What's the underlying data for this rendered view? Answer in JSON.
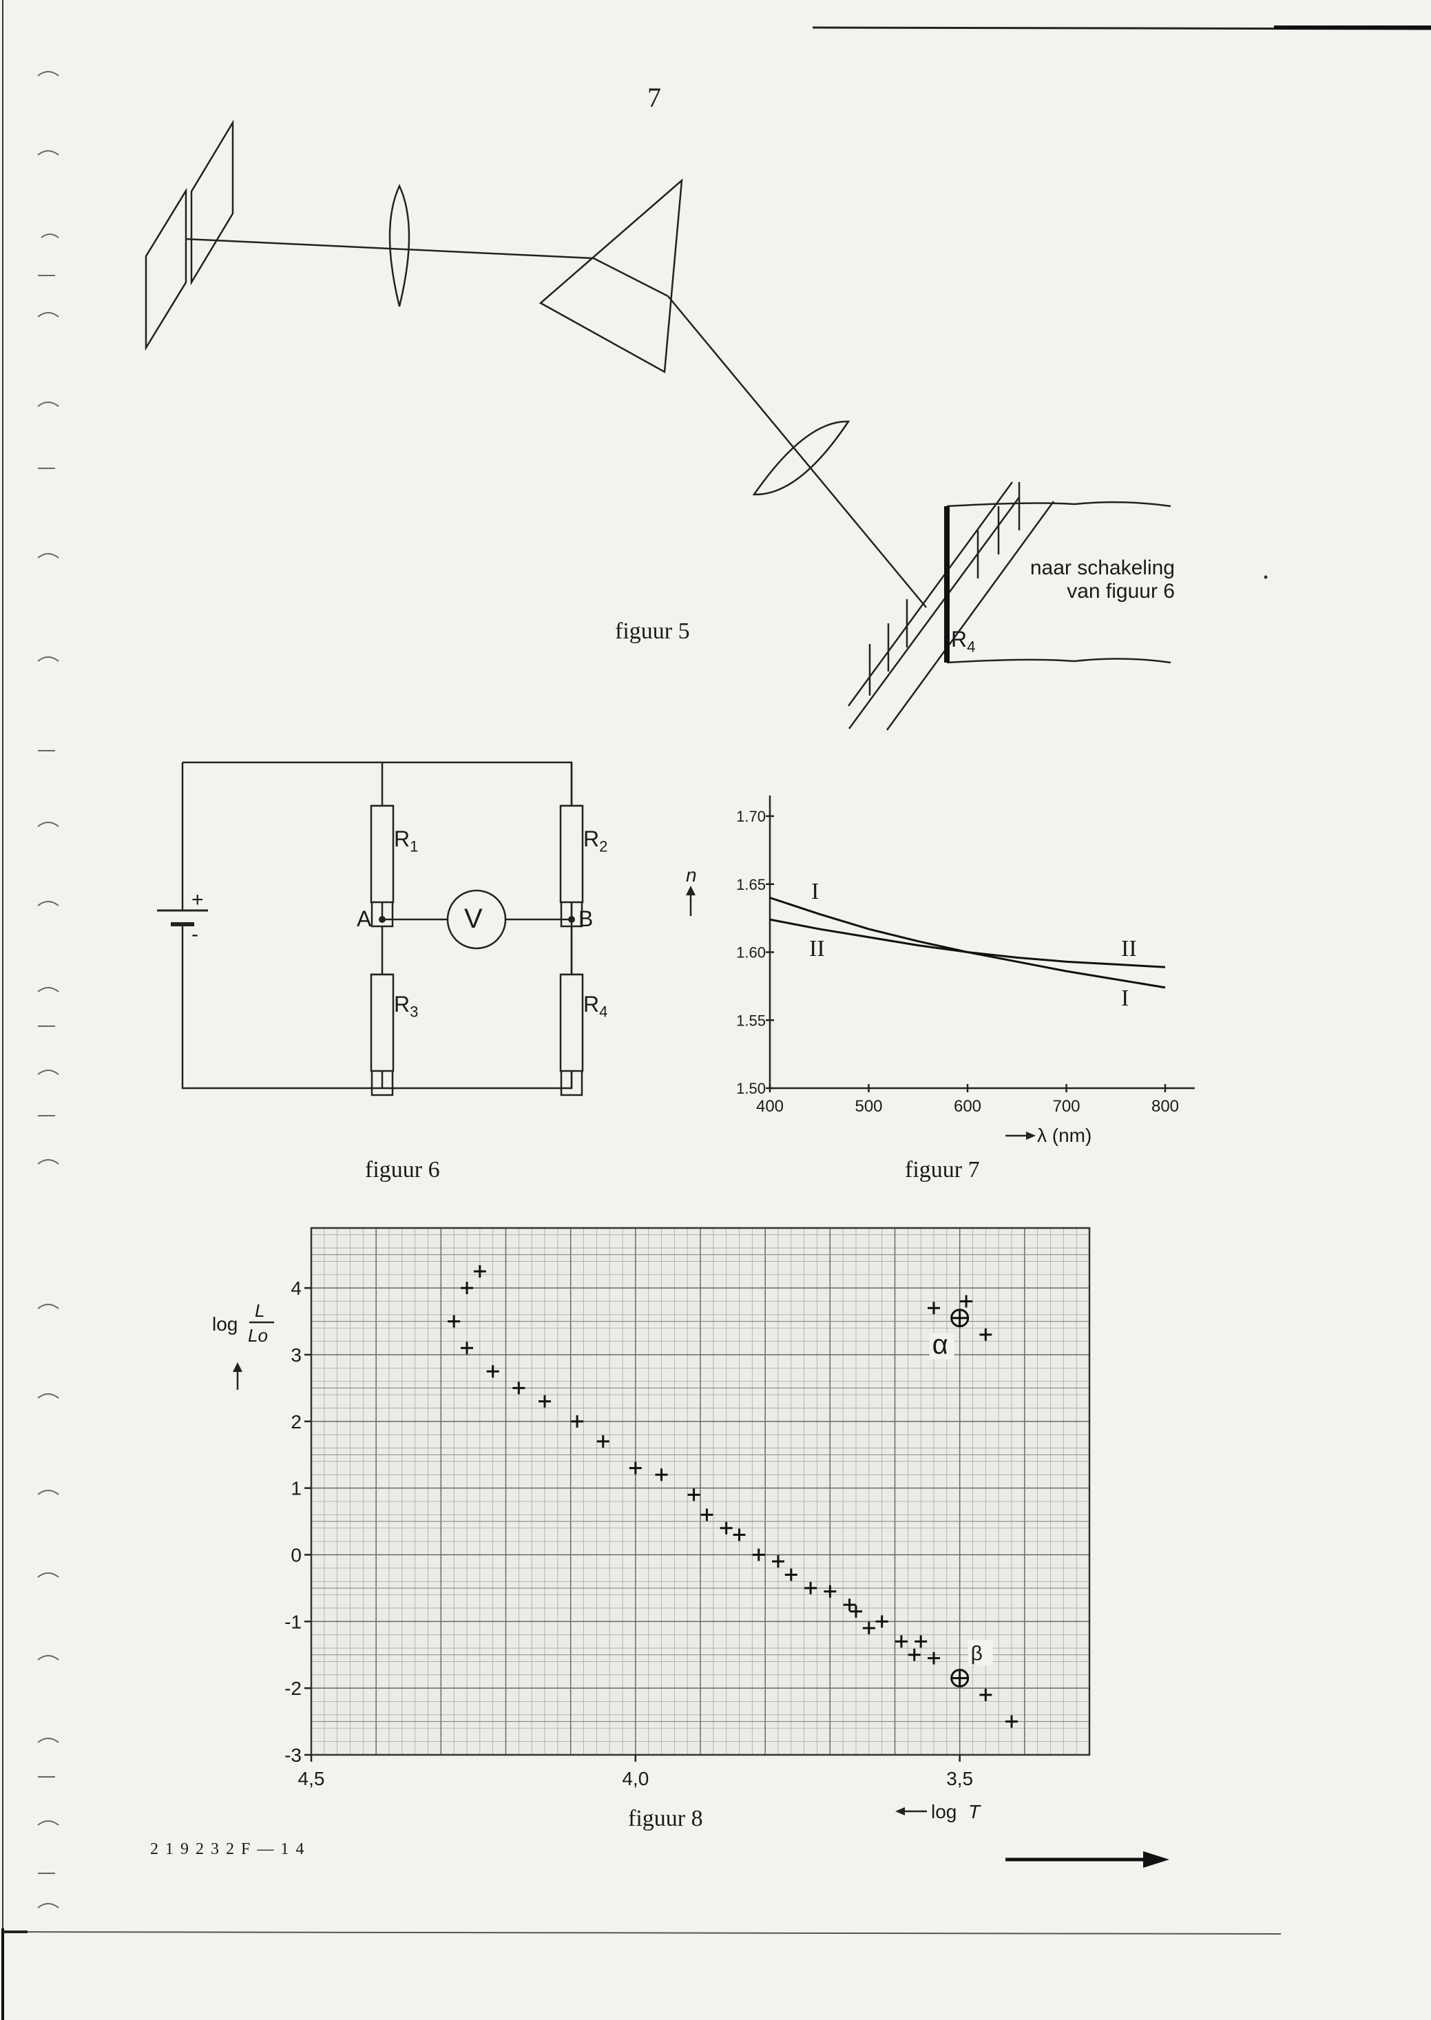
{
  "page_number": "7",
  "figure5": {
    "caption": "figuur 5",
    "label_r4": "R",
    "label_r4_sub": "4",
    "note_line1": "naar schakeling",
    "note_line2": "van figuur 6"
  },
  "figure6": {
    "caption": "figuur 6",
    "r1": "R",
    "r1_sub": "1",
    "r2": "R",
    "r2_sub": "2",
    "r3": "R",
    "r3_sub": "3",
    "r4": "R",
    "r4_sub": "4",
    "node_a": "A",
    "node_b": "B",
    "meter": "V",
    "plus": "+",
    "minus": "-"
  },
  "figure7": {
    "caption": "figuur 7",
    "chart_data": {
      "type": "line",
      "xlabel": "λ (nm)",
      "ylabel": "n",
      "xlim": [
        400,
        800
      ],
      "ylim": [
        1.5,
        1.7
      ],
      "x_ticks": [
        "400",
        "500",
        "600",
        "700",
        "800"
      ],
      "y_ticks": [
        "1.50",
        "1.55",
        "1.60",
        "1.65",
        "1.70"
      ],
      "series": [
        {
          "name": "I",
          "x": [
            400,
            450,
            500,
            550,
            600,
            650,
            700,
            750,
            800
          ],
          "y": [
            1.64,
            1.628,
            1.617,
            1.608,
            1.6,
            1.593,
            1.586,
            1.58,
            1.574
          ]
        },
        {
          "name": "II",
          "x": [
            400,
            450,
            500,
            550,
            600,
            650,
            700,
            750,
            800
          ],
          "y": [
            1.624,
            1.617,
            1.611,
            1.605,
            1.6,
            1.596,
            1.593,
            1.591,
            1.589
          ]
        }
      ]
    }
  },
  "figure8": {
    "caption": "figuur 8",
    "chart_data": {
      "type": "scatter",
      "ylabel": "log L/Lo",
      "ylabel_log": "log",
      "ylabel_num": "L",
      "ylabel_den": "Lo",
      "xlabel": "log T",
      "xlabel_log": "log",
      "xlabel_var": "T",
      "xlim": [
        4.5,
        3.3
      ],
      "ylim": [
        -3,
        4.9
      ],
      "x_ticks": [
        "4,5",
        "4,0",
        "3,5"
      ],
      "y_ticks": [
        "-3",
        "-2",
        "-1",
        "0",
        "1",
        "2",
        "3",
        "4"
      ],
      "points": [
        [
          4.28,
          3.5
        ],
        [
          4.26,
          4.0
        ],
        [
          4.26,
          3.1
        ],
        [
          4.24,
          4.25
        ],
        [
          4.22,
          2.75
        ],
        [
          4.18,
          2.5
        ],
        [
          4.14,
          2.3
        ],
        [
          4.09,
          2.0
        ],
        [
          4.05,
          1.7
        ],
        [
          4.0,
          1.3
        ],
        [
          3.96,
          1.2
        ],
        [
          3.91,
          0.9
        ],
        [
          3.89,
          0.6
        ],
        [
          3.86,
          0.4
        ],
        [
          3.84,
          0.3
        ],
        [
          3.81,
          0.0
        ],
        [
          3.78,
          -0.1
        ],
        [
          3.76,
          -0.3
        ],
        [
          3.73,
          -0.5
        ],
        [
          3.7,
          -0.55
        ],
        [
          3.67,
          -0.75
        ],
        [
          3.66,
          -0.85
        ],
        [
          3.64,
          -1.1
        ],
        [
          3.62,
          -1.0
        ],
        [
          3.59,
          -1.3
        ],
        [
          3.57,
          -1.5
        ],
        [
          3.56,
          -1.3
        ],
        [
          3.54,
          -1.55
        ],
        [
          3.54,
          3.7
        ],
        [
          3.49,
          3.8
        ],
        [
          3.46,
          3.3
        ],
        [
          3.46,
          -2.1
        ],
        [
          3.42,
          -2.5
        ]
      ],
      "marked_points": [
        {
          "name": "α",
          "x": 3.5,
          "y": 3.55
        },
        {
          "name": "β",
          "x": 3.5,
          "y": -1.85
        }
      ]
    }
  },
  "footer": {
    "code": "2 1 9 2 3 2 F — 1 4"
  }
}
